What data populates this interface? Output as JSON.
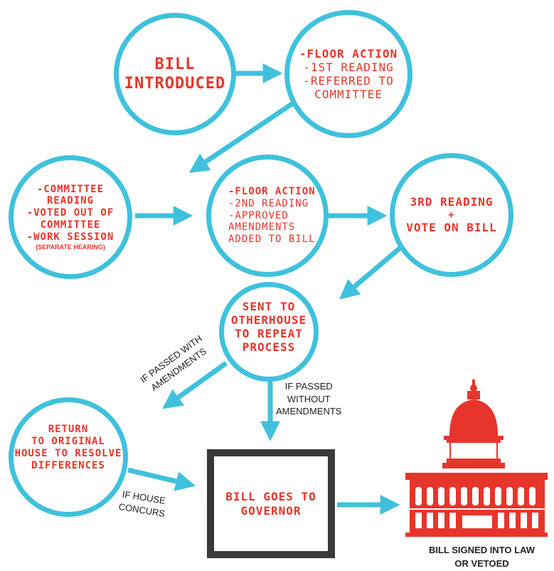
{
  "colors": {
    "arrow": "#3fc1dd",
    "circle_border": "#3fc1dd",
    "text_red": "#e8352b",
    "box_border": "#3a3a3a",
    "capitol": "#e8352b"
  },
  "nodes": {
    "introduced": [
      "BILL",
      "INTRODUCED"
    ],
    "floor1": [
      "-FLOOR ACTION",
      "-1ST READING",
      "-REFERRED TO",
      "COMMITTEE"
    ],
    "committee": [
      "-COMMITTEE",
      "READING",
      "-VOTED OUT OF",
      "COMMITTEE",
      "-WORK SESSION"
    ],
    "committee_note": "(SEPARATE HEARING)",
    "floor2": [
      "-FLOOR ACTION",
      "-2ND READING",
      "-APPROVED",
      "AMENDMENTS",
      "ADDED TO BILL"
    ],
    "third": [
      "3RD READING",
      "+",
      "VOTE ON BILL"
    ],
    "other_house": [
      "SENT TO",
      "OTHERHOUSE",
      "TO REPEAT",
      "PROCESS"
    ],
    "return": [
      "RETURN",
      "TO ORIGINAL",
      "HOUSE TO RESOLVE",
      "DIFFERENCES"
    ],
    "governor": [
      "BILL GOES TO",
      "GOVERNOR"
    ]
  },
  "labels": {
    "with_amendments": [
      "IF PASSED WITH",
      "AMENDMENTS"
    ],
    "without_amendments": [
      "IF PASSED",
      "WITHOUT",
      "AMENDMENTS"
    ],
    "house_concurs": [
      "IF HOUSE",
      "CONCURS"
    ],
    "final": [
      "BILL SIGNED INTO LAW",
      "OR VETOED"
    ]
  },
  "icons": {
    "refresh": "refresh-icon",
    "capitol": "capitol-building-icon"
  }
}
